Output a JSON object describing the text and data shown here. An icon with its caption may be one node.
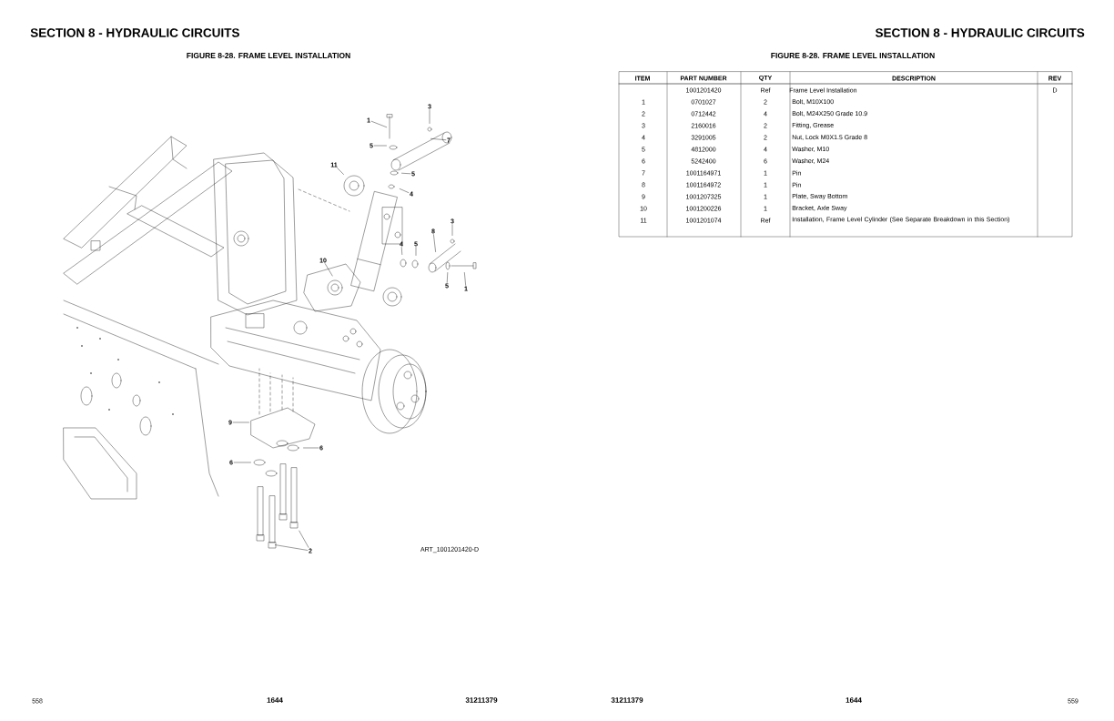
{
  "diagram": {
    "nodes": [
      {
        "text": [
          "1"
        ]
      },
      {
        "text": [
          "3"
        ]
      },
      {
        "text": [
          "7"
        ]
      },
      {
        "text": [
          "5"
        ]
      },
      {
        "text": [
          "11"
        ]
      },
      {
        "text": [
          "5"
        ]
      },
      {
        "text": [
          "4"
        ]
      },
      {
        "text": [
          "3"
        ]
      },
      {
        "text": [
          "8"
        ]
      },
      {
        "text": [
          "4"
        ]
      },
      {
        "text": [
          "5"
        ]
      },
      {
        "text": [
          "10"
        ]
      },
      {
        "text": [
          "5"
        ]
      },
      {
        "text": [
          "1"
        ]
      },
      {
        "text": [
          "9"
        ]
      },
      {
        "text": [
          "6"
        ]
      },
      {
        "text": [
          "6"
        ]
      },
      {
        "text": [
          "2"
        ]
      }
    ],
    "edges": [
      {
        "from": 0,
        "to": null,
        "arrow": "none"
      },
      {
        "from": 1,
        "to": null,
        "arrow": "none"
      },
      {
        "from": 2,
        "to": null,
        "arrow": "none"
      },
      {
        "from": 3,
        "to": null,
        "arrow": "none"
      },
      {
        "from": 4,
        "to": null,
        "arrow": "none"
      },
      {
        "from": 5,
        "to": null,
        "arrow": "none"
      },
      {
        "from": 6,
        "to": null,
        "arrow": "none"
      },
      {
        "from": 7,
        "to": null,
        "arrow": "none"
      },
      {
        "from": 8,
        "to": null,
        "arrow": "none"
      },
      {
        "from": 9,
        "to": null,
        "arrow": "none"
      },
      {
        "from": 10,
        "to": null,
        "arrow": "none"
      },
      {
        "from": 11,
        "to": null,
        "arrow": "none"
      },
      {
        "from": 12,
        "to": null,
        "arrow": "none"
      },
      {
        "from": 13,
        "to": null,
        "arrow": "none"
      },
      {
        "from": 14,
        "to": null,
        "arrow": "none"
      },
      {
        "from": 15,
        "to": null,
        "arrow": "none"
      },
      {
        "from": 16,
        "to": null,
        "arrow": "none"
      },
      {
        "from": 17,
        "to": null,
        "arrow": "none"
      },
      {
        "from": 17,
        "to": null,
        "arrow": "none"
      }
    ],
    "labels": [
      "SECTION 8 - HYDRAULIC CIRCUITS",
      "FIGURE 8-28. FRAME LEVEL INSTALLATION",
      "SECTION 8 - HYDRAULIC CIRCUITS",
      "FIGURE 8-28. FRAME LEVEL INSTALLATION",
      "ITEM",
      "PART NUMBER",
      "QTY",
      "DESCRIPTION",
      "REV",
      "1001201420",
      "Ref",
      "Frame Level Installation",
      "D",
      "1",
      "0701027",
      "2",
      "Bolt, M10X100",
      "2",
      "0712442",
      "4",
      "Bolt, M24X250  Grade 10.9",
      "3",
      "2160016",
      "2",
      "Fitting, Grease",
      "4",
      "3291005",
      "2",
      "Nut, Lock M0X1.5 Grade 8",
      "5",
      "4812000",
      "4",
      "Washer, M10",
      "6",
      "5242400",
      "6",
      "Washer, M24",
      "7",
      "1001164971",
      "1",
      "Pin",
      "8",
      "1001164972",
      "1",
      "Pin",
      "9",
      "1001207325",
      "1",
      "Plate, Sway Bottom",
      "10",
      "1001200226",
      "1",
      "Bracket, Axle Sway",
      "11",
      "1001201074",
      "Ref",
      "Installation, Frame Level Cylinder (See Separate Breakdown in this Section)",
      "ART_1001201420-D",
      "558",
      "1644",
      "31211379",
      "31211379",
      "1644",
      "559"
    ]
  }
}
